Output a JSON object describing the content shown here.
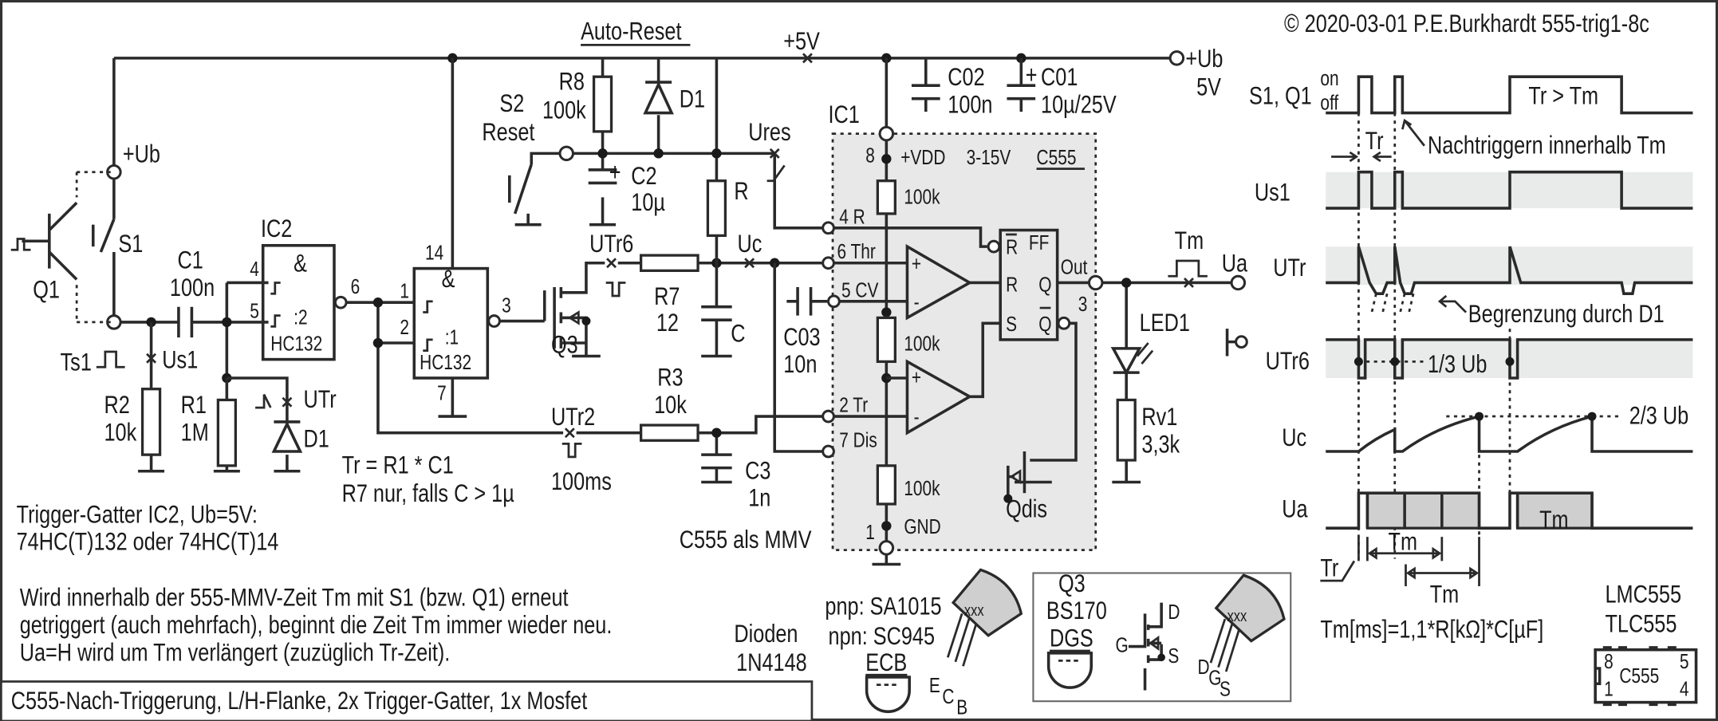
{
  "copyright": "© 2020-03-01 P.E.Burkhardt 555-trig1-8c",
  "supply": {
    "auto_reset": "Auto-Reset",
    "plus5v": "+5V",
    "ub": "+Ub",
    "ub_volt": "5V",
    "c02": "C02",
    "c02_val": "100n",
    "c01": "C01",
    "c01_val": "10µ/25V"
  },
  "left": {
    "ub": "+Ub",
    "s1": "S1",
    "q1": "Q1",
    "ts1": "Ts1",
    "us1": "Us1",
    "c1": "C1",
    "c1_val": "100n",
    "r2": "R2",
    "r2_val": "10k",
    "r1": "R1",
    "r1_val": "1M",
    "d1": "D1",
    "utr": "UTr"
  },
  "ic2": {
    "name": "IC2",
    "amp": "&",
    "pin4": "4",
    "pin5": "5",
    "div": ":2",
    "type": "HC132",
    "pin6": "6"
  },
  "ic3": {
    "pin14": "14",
    "amp": "&",
    "pin1": "1",
    "pin2": "2",
    "div": ":1",
    "type": "HC132",
    "pin7": "7",
    "pin3": "3"
  },
  "reset": {
    "r8": "R8",
    "r8_val": "100k",
    "d1": "D1",
    "s2": "S2",
    "s2_label": "Reset",
    "c2": "C2",
    "c2_val": "10µ",
    "ures": "Ures",
    "r": "R",
    "c": "C"
  },
  "trigger": {
    "q3": "Q3",
    "utr6": "UTr6",
    "r7": "R7",
    "r7_val": "12",
    "uc": "Uc",
    "utr2": "UTr2",
    "r3": "R3",
    "r3_val": "10k",
    "c3": "C3",
    "c3_val": "1n",
    "pulse": "100ms",
    "c03": "C03",
    "c03_val": "10n"
  },
  "notes": {
    "tr_formula": "Tr = R1 * C1",
    "r7_note": "R7 nur, falls C > 1µ",
    "mmv": "C555 als MMV",
    "gate_1": "Trigger-Gatter IC2, Ub=5V:",
    "gate_2": " 74HC(T)132 oder 74HC(T)14",
    "para_1": "Wird innerhalb der 555-MMV-Zeit Tm mit S1 (bzw. Q1) erneut",
    "para_2": "getriggert (auch mehrfach), beginnt die Zeit Tm immer wieder neu.",
    "para_3": "Ua=H wird um Tm verlängert (zuzüglich Tr-Zeit).",
    "title": "C555-Nach-Triggerung, L/H-Flanke,  2x Trigger-Gatter, 1x Mosfet"
  },
  "ic1": {
    "name": "IC1",
    "pin8": "8",
    "vdd": "+VDD",
    "range": "3-15V",
    "type": "C555",
    "r_top": "100k",
    "r_mid": "100k",
    "r_bot": "100k",
    "pin4": "4 R",
    "pin6": "6 Thr",
    "pin5": "5 CV",
    "pin2": "2 Tr",
    "pin7": "7 Dis",
    "pin1": "1",
    "gnd": "GND",
    "ff_rbar": "R",
    "ff": "FF",
    "ff_r": "R",
    "ff_q": "Q",
    "ff_s": "S",
    "ff_qbar": "Q",
    "out": "Out",
    "pin3": "3",
    "qdis": "Qdis",
    "plus": "+",
    "minus": "-"
  },
  "output": {
    "tm": "Tm",
    "ua": "Ua",
    "led": "LED1",
    "rv1": "Rv1",
    "rv1_val": "3,3k"
  },
  "parts": {
    "diodes": "Dioden",
    "diode_type": "1N4148",
    "pnp": "pnp: SA1015",
    "npn": "npn: SC945",
    "ecb": "ECB",
    "e": "E",
    "c": "C",
    "b": "B",
    "xxx": "xxx",
    "q3": "Q3",
    "bs170": "BS170",
    "dgs": "DGS",
    "d": "D",
    "g": "G",
    "s": "S",
    "lmc": "LMC555",
    "tlc": "TLC555",
    "chip": "C555",
    "chip_8": "8",
    "chip_1": "1",
    "chip_5": "5",
    "chip_4": "4"
  },
  "timing": {
    "s1q1": "S1, Q1",
    "on": "on",
    "off": "off",
    "tr_gt_tm": "Tr > Tm",
    "tr": "Tr",
    "retrigger": "Nachtriggern innerhalb Tm",
    "us1": "Us1",
    "utr": "UTr",
    "clamp": "Begrenzung durch D1",
    "utr6": "UTr6",
    "third": "1/3 Ub",
    "uc": "Uc",
    "two_third": "2/3 Ub",
    "ua": "Ua",
    "tm_a": "Tm",
    "tm_b": "Tm",
    "tm_c": "Tm",
    "tr_b": "Tr",
    "formula": "Tm[ms]=1,1*R[kΩ]*C[µF]"
  },
  "colors": {
    "ink": "#2a2a2a",
    "ic_fill": "#e8e8e8",
    "band": "#e9ebeb",
    "pulse_fill": "#cfcfcf"
  }
}
